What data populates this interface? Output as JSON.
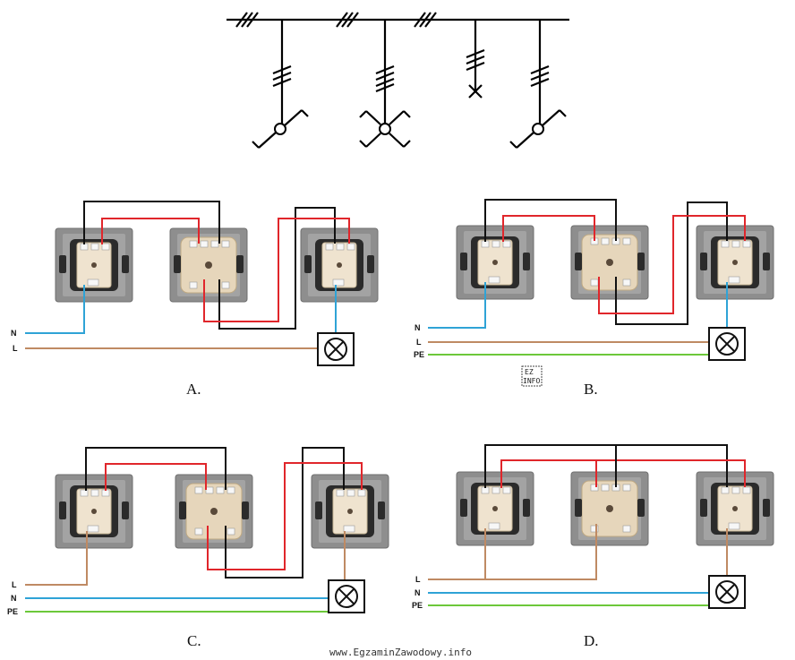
{
  "options": {
    "a": {
      "label": "A.",
      "wires": [
        "N",
        "L"
      ]
    },
    "b": {
      "label": "B.",
      "wires": [
        "N",
        "L",
        "PE"
      ]
    },
    "c": {
      "label": "C.",
      "wires": [
        "L",
        "N",
        "PE"
      ]
    },
    "d": {
      "label": "D.",
      "wires": [
        "L",
        "N",
        "PE"
      ]
    }
  },
  "logo": {
    "line1": "EZ",
    "line2": "INFO"
  },
  "watermark": "www.EgzaminZawodowy.info",
  "colors": {
    "phase": "#bf8a63",
    "neutral": "#2fa3d6",
    "protective": "#6cc83a",
    "traveller_red": "#e0262b",
    "traveller_black": "#111111"
  },
  "icons": [
    "two-way-switch-symbol",
    "intermediate-switch-symbol",
    "lamp-symbol",
    "lamp-box-icon",
    "wall-switch-icon"
  ]
}
